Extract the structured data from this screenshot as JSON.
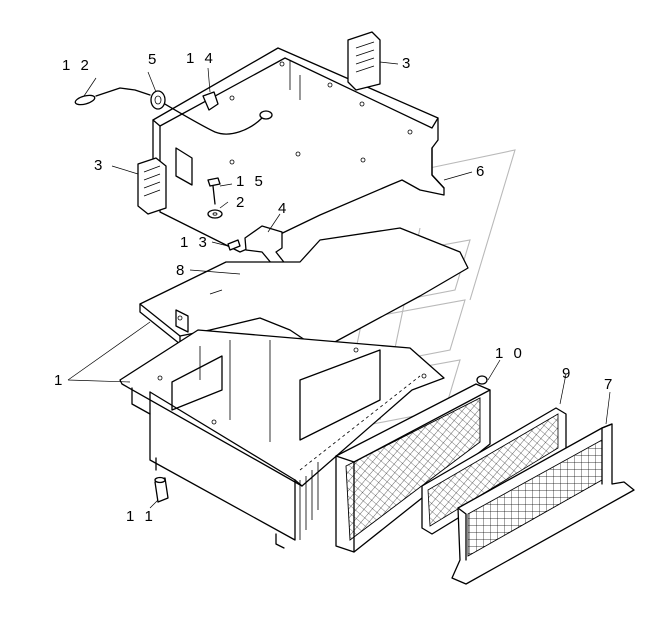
{
  "callouts": {
    "c1": "1",
    "c2": "2",
    "c3a": "3",
    "c3b": "3",
    "c4": "4",
    "c5": "5",
    "c6": "6",
    "c7": "7",
    "c8": "8",
    "c9": "9",
    "c10": "1 0",
    "c11": "1 1",
    "c12": "1 2",
    "c13": "1 3",
    "c14": "1 4",
    "c15": "1 5"
  },
  "colors": {
    "line": "#000000",
    "background": "#ffffff",
    "watermark": "#b9b9b9"
  }
}
